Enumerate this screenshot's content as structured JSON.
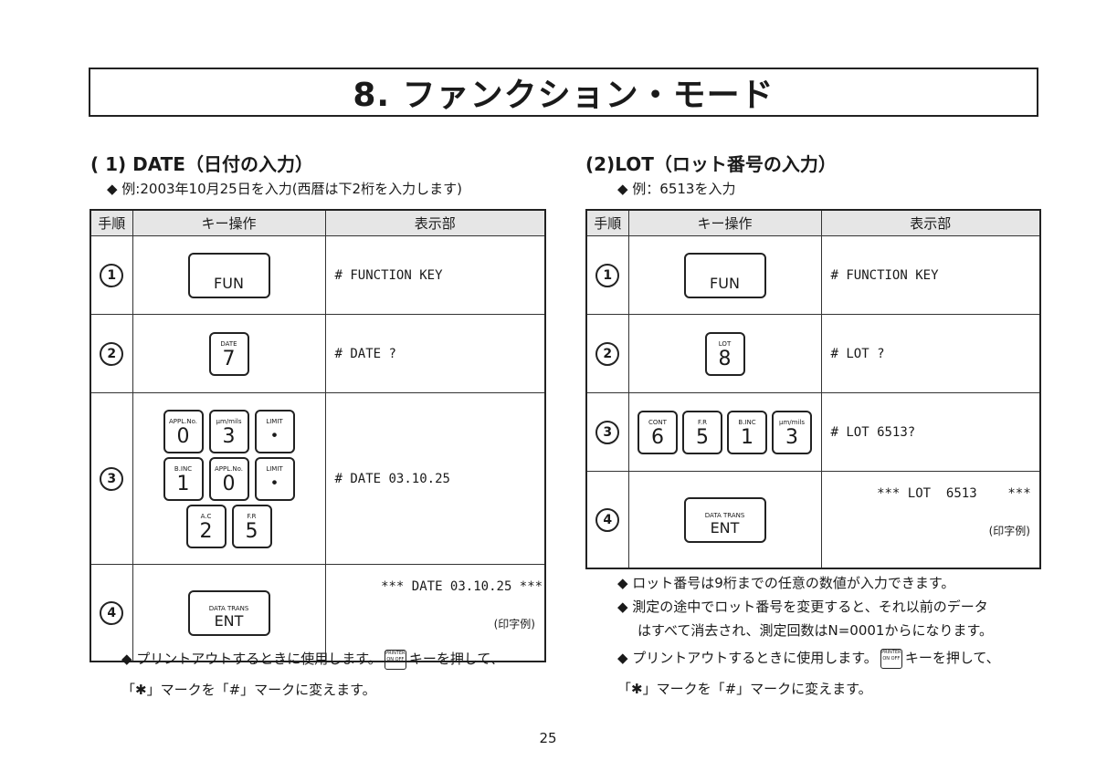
{
  "title": "8. ファンクション・モード",
  "headers": {
    "step": "手順",
    "key_op": "キー操作",
    "display": "表示部"
  },
  "left": {
    "heading": "( 1) DATE（日付の入力）",
    "example": "◆ 例:2003年10月25日を入力(西暦は下2桁を入力します)",
    "rows": [
      {
        "num": "1",
        "display": "# FUNCTION KEY"
      },
      {
        "num": "2",
        "display": "# DATE ?"
      },
      {
        "num": "3",
        "display": "# DATE 03.10.25"
      },
      {
        "num": "4",
        "display": "*** DATE 03.10.25 ***",
        "note": "(印字例)"
      }
    ],
    "keys": {
      "fun": "FUN",
      "date_top": "DATE",
      "date_main": "7",
      "r1": [
        {
          "t": "APPL.No.",
          "m": "0"
        },
        {
          "t": "μm/mils",
          "m": "3"
        },
        {
          "t": "LIMIT",
          "m": "・"
        }
      ],
      "r2": [
        {
          "t": "B.INC",
          "m": "1"
        },
        {
          "t": "APPL.No.",
          "m": "0"
        },
        {
          "t": "LIMIT",
          "m": "・"
        }
      ],
      "r3": [
        {
          "t": "A.C",
          "m": "2"
        },
        {
          "t": "F.R",
          "m": "5"
        }
      ],
      "ent_top": "DATA TRANS",
      "ent_main": "ENT"
    },
    "notes": {
      "l1a": "◆ プリントアウトするときに使用します。",
      "l1b": "キーを押して、",
      "l2": "「✱」マークを「#」マークに変えます。"
    }
  },
  "right": {
    "heading": "(2)LOT（ロット番号の入力）",
    "example": "◆ 例：6513を入力",
    "rows": [
      {
        "num": "1",
        "display": "# FUNCTION KEY"
      },
      {
        "num": "2",
        "display": "# LOT ?"
      },
      {
        "num": "3",
        "display": "# LOT 6513?"
      },
      {
        "num": "4",
        "display": "*** LOT  6513    ***",
        "note": "(印字例)"
      }
    ],
    "keys": {
      "fun": "FUN",
      "lot_top": "LOT",
      "lot_main": "8",
      "r1": [
        {
          "t": "CONT",
          "m": "6"
        },
        {
          "t": "F.R",
          "m": "5"
        },
        {
          "t": "B.INC",
          "m": "1"
        },
        {
          "t": "μm/mils",
          "m": "3"
        }
      ],
      "ent_top": "DATA TRANS",
      "ent_main": "ENT"
    },
    "notes": {
      "n1": "◆ ロット番号は9桁までの任意の数値が入力できます。",
      "n2a": "◆ 測定の途中でロット番号を変更すると、それ以前のデータ",
      "n2b": "はすべて消去され、測定回数はN=0001からになります。",
      "n3a": "◆ プリントアウトするときに使用します。",
      "n3b": "キーを押して、",
      "n4": "「✱」マークを「#」マークに変えます。"
    }
  },
  "printer_key": {
    "top": "PRINTER",
    "bottom": "ON OFF"
  },
  "page_number": "25"
}
